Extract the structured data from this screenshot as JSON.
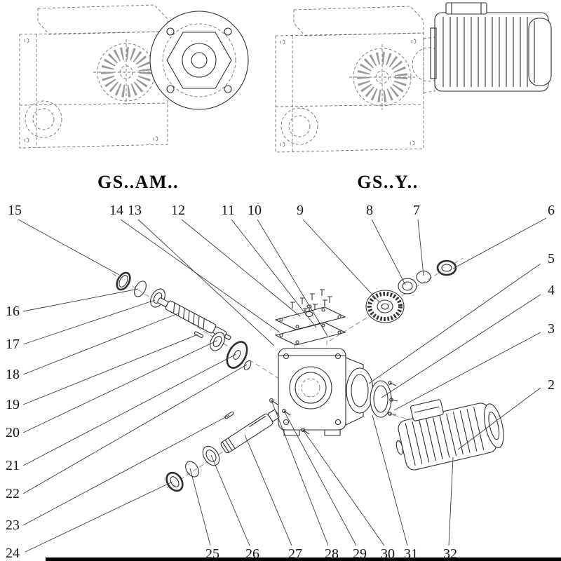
{
  "labels": {
    "variant_left": "GS..AM..",
    "variant_right": "GS..Y.."
  },
  "callouts": [
    "15",
    "14",
    "13",
    "12",
    "11",
    "10",
    "9",
    "8",
    "7",
    "6",
    "5",
    "4",
    "3",
    "2",
    "16",
    "17",
    "18",
    "19",
    "20",
    "21",
    "22",
    "23",
    "24",
    "25",
    "26",
    "27",
    "28",
    "29",
    "30",
    "31",
    "32"
  ],
  "colors": {
    "solid_line": "#2e2e2e",
    "dashed_line": "#6e6e6e",
    "background": "#ffffff"
  }
}
